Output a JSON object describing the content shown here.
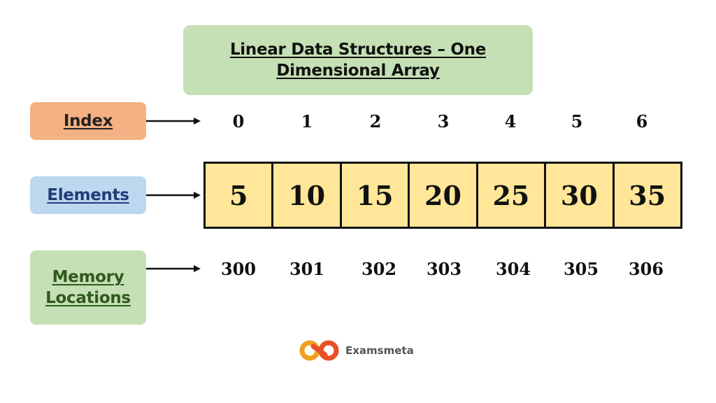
{
  "title": "Linear Data Structures – One\nDimensional Array",
  "labels": {
    "index": "Index",
    "elements": "Elements",
    "memory": "Memory\nLocations"
  },
  "indices": [
    "0",
    "1",
    "2",
    "3",
    "4",
    "5",
    "6"
  ],
  "elements": [
    "5",
    "10",
    "15",
    "20",
    "25",
    "30",
    "35"
  ],
  "memory_locations": [
    "300",
    "301",
    "302",
    "303",
    "304",
    "305",
    "306"
  ],
  "brand": {
    "name": "Examsmeta"
  },
  "colors": {
    "title_bg": "#c5e0b4",
    "index_label_bg": "#f4b183",
    "elements_label_bg": "#bdd7ee",
    "memory_label_bg": "#c5e0b4",
    "cell_fill": "#ffe699",
    "elements_label_text": "#1f3d7a",
    "memory_label_text": "#2e5a1c"
  }
}
